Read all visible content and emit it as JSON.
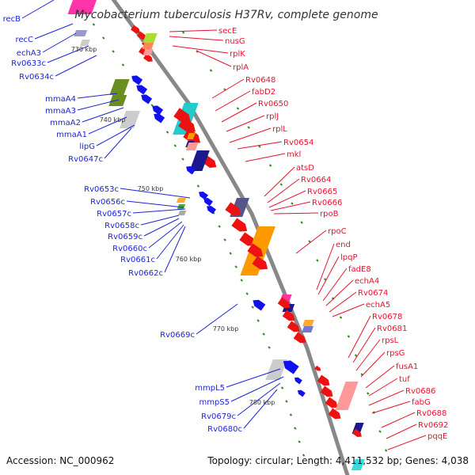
{
  "title": "Mycobacterium tuberculosis H37Rv, complete genome",
  "footer": {
    "accession": "Accession: NC_000962",
    "summary": "Topology: circular; Length: 4,411,532 bp; Genes: 4,038"
  },
  "colors": {
    "backbone": "#888888",
    "forward_label": "#e8112d",
    "reverse_label": "#1d24d4",
    "tick": "#2d8a1f"
  },
  "scale_marks": [
    "730 kbp",
    "740 kbp",
    "750 kbp",
    "760 kbp",
    "770 kbp",
    "780 kbp"
  ],
  "reverse_labels": [
    "recB",
    "recC",
    "echA3",
    "Rv0633c",
    "Rv0634c",
    "mmaA4",
    "mmaA3",
    "mmaA2",
    "mmaA1",
    "lipG",
    "Rv0647c",
    "Rv0653c",
    "Rv0656c",
    "Rv0657c",
    "Rv0658c",
    "Rv0659c",
    "Rv0660c",
    "Rv0661c",
    "Rv0662c",
    "Rv0669c",
    "mmpL5",
    "mmpS5",
    "Rv0679c",
    "Rv0680c"
  ],
  "forward_labels": [
    "secE",
    "nusG",
    "rplK",
    "rplA",
    "Rv0648",
    "fabD2",
    "Rv0650",
    "rplJ",
    "rplL",
    "Rv0654",
    "mkl",
    "atsD",
    "Rv0664",
    "Rv0665",
    "Rv0666",
    "rpoB",
    "rpoC",
    "end",
    "lpqP",
    "fadE8",
    "echA4",
    "Rv0674",
    "echA5",
    "Rv0678",
    "Rv0681",
    "rpsL",
    "rpsG",
    "fusA1",
    "tuf",
    "Rv0686",
    "fabG",
    "Rv0688",
    "Rv0692",
    "pqqE"
  ]
}
